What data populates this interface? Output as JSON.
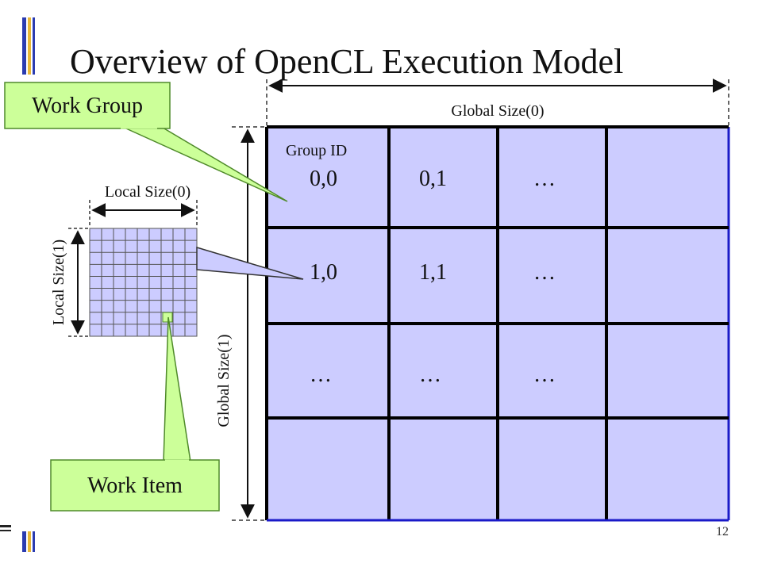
{
  "slide": {
    "title": "Overview of OpenCL Execution Model",
    "page_number": "12"
  },
  "diagram": {
    "global_size_0": "Global Size(0)",
    "global_size_1": "Global Size(1)",
    "local_size_0": "Local Size(0)",
    "local_size_1": "Local Size(1)",
    "group_id_label": "Group ID",
    "callouts": {
      "work_group": "Work Group",
      "work_item": "Work Item"
    },
    "grid_cells": [
      [
        "0,0",
        "0,1",
        "…",
        ""
      ],
      [
        "1,0",
        "1,1",
        "…",
        ""
      ],
      [
        "…",
        "…",
        "…",
        ""
      ],
      [
        "",
        "",
        "",
        ""
      ]
    ]
  },
  "colors": {
    "group_fill": "#ccccff",
    "callout_fill": "#ccff99",
    "callout_stroke": "#4f8a2a",
    "accent_bar_blue": "#2b3bb0",
    "accent_bar_yellow": "#e8b838"
  }
}
